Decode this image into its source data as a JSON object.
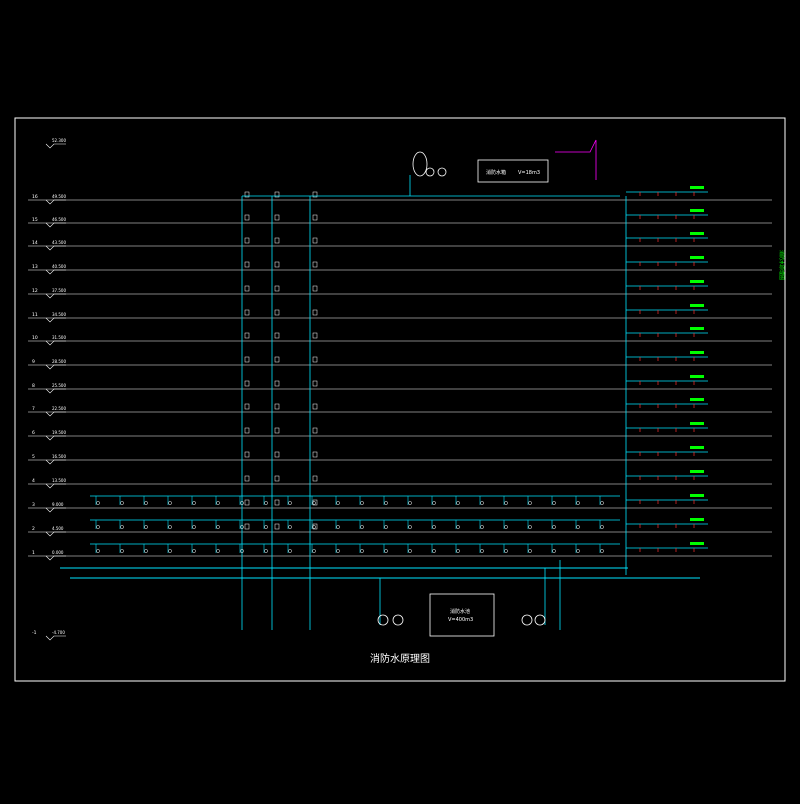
{
  "title": "消防水原理图",
  "colors": {
    "background": "#000000",
    "frame": "#ffffff",
    "floor_line": "#ffffff",
    "pipe": "#00e5ff",
    "label": "#00ff00",
    "valve": "#ffffff",
    "sprinkler": "#ff3030",
    "roof_pipe": "#ff00ff"
  },
  "floors": [
    {
      "num": "",
      "elev": "52.300"
    },
    {
      "num": "16",
      "elev": "49.500"
    },
    {
      "num": "15",
      "elev": "46.500"
    },
    {
      "num": "14",
      "elev": "43.500"
    },
    {
      "num": "13",
      "elev": "40.500"
    },
    {
      "num": "12",
      "elev": "37.500"
    },
    {
      "num": "11",
      "elev": "34.500"
    },
    {
      "num": "10",
      "elev": "31.500"
    },
    {
      "num": "9",
      "elev": "28.500"
    },
    {
      "num": "8",
      "elev": "25.500"
    },
    {
      "num": "7",
      "elev": "22.500"
    },
    {
      "num": "6",
      "elev": "19.500"
    },
    {
      "num": "5",
      "elev": "16.500"
    },
    {
      "num": "4",
      "elev": "13.500"
    },
    {
      "num": "3",
      "elev": "9.000"
    },
    {
      "num": "2",
      "elev": "4.500"
    },
    {
      "num": "1",
      "elev": "0.000"
    },
    {
      "num": "-1",
      "elev": "-4.700"
    }
  ],
  "equipment": {
    "roof_tank": "消防水箱",
    "roof_tank_size": "V=18m3",
    "pump_room_tank": "消防水池",
    "pump_room_tank_size": "V=400m3",
    "side_note": "消防水原理图"
  }
}
